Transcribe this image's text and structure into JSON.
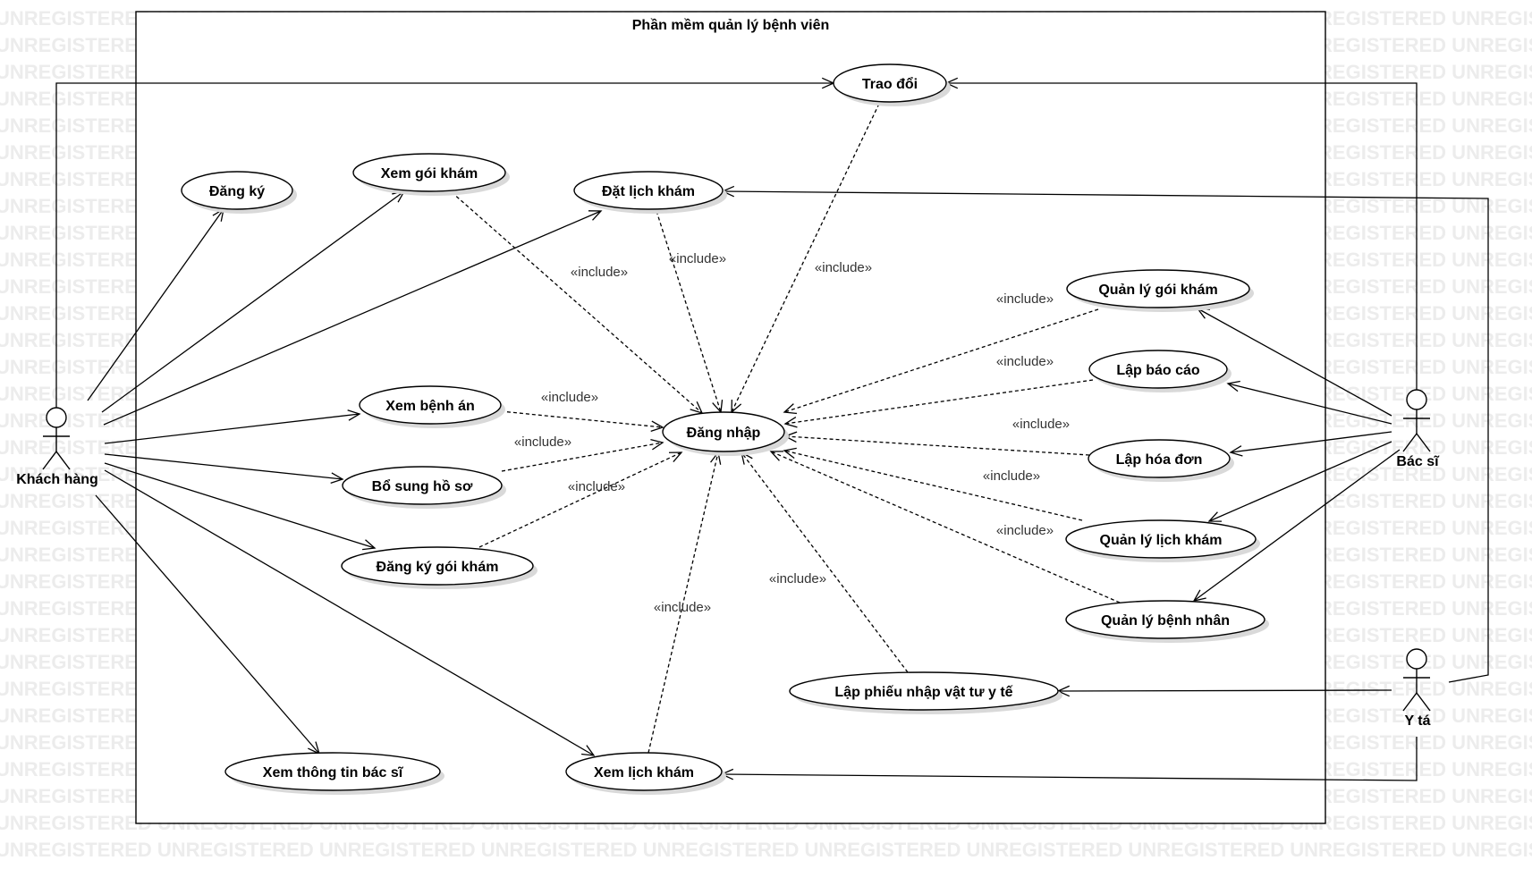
{
  "system": {
    "title": "Phần mềm quản lý bệnh viên"
  },
  "watermark": {
    "text": "UNREGISTERED"
  },
  "colors": {
    "line": "#000000",
    "watermark": "#ececec",
    "shadow": "#d9d9d9"
  },
  "actors": [
    {
      "id": "customer",
      "label": "Khách hàng"
    },
    {
      "id": "doctor",
      "label": "Bác sĩ"
    },
    {
      "id": "nurse",
      "label": "Y tá"
    }
  ],
  "use_cases": [
    {
      "id": "trao_doi",
      "label": "Trao đổi"
    },
    {
      "id": "dang_ky",
      "label": "Đăng ký"
    },
    {
      "id": "xem_goi_kham",
      "label": "Xem gói khám"
    },
    {
      "id": "dat_lich_kham",
      "label": "Đặt lịch khám"
    },
    {
      "id": "quan_ly_goi_kham",
      "label": "Quản lý gói khám"
    },
    {
      "id": "lap_bao_cao",
      "label": "Lập báo cáo"
    },
    {
      "id": "xem_benh_an",
      "label": "Xem bệnh án"
    },
    {
      "id": "dang_nhap",
      "label": "Đăng nhập"
    },
    {
      "id": "lap_hoa_don",
      "label": "Lập hóa đơn"
    },
    {
      "id": "bo_sung_ho_so",
      "label": "Bổ sung hồ sơ"
    },
    {
      "id": "quan_ly_lich_kham",
      "label": "Quản lý lịch khám"
    },
    {
      "id": "dang_ky_goi_kham",
      "label": "Đăng ký gói khám"
    },
    {
      "id": "quan_ly_benh_nhan",
      "label": "Quản lý bệnh nhân"
    },
    {
      "id": "lap_phieu_nhap",
      "label": "Lập phiếu nhập vật tư y tế"
    },
    {
      "id": "xem_thong_tin_bac_si",
      "label": "Xem thông tin bác sĩ"
    },
    {
      "id": "xem_lich_kham",
      "label": "Xem lịch khám"
    }
  ],
  "associations": [
    {
      "actor": "customer",
      "use_case": "trao_doi"
    },
    {
      "actor": "customer",
      "use_case": "dang_ky"
    },
    {
      "actor": "customer",
      "use_case": "xem_goi_kham"
    },
    {
      "actor": "customer",
      "use_case": "dat_lich_kham"
    },
    {
      "actor": "customer",
      "use_case": "xem_benh_an"
    },
    {
      "actor": "customer",
      "use_case": "bo_sung_ho_so"
    },
    {
      "actor": "customer",
      "use_case": "dang_ky_goi_kham"
    },
    {
      "actor": "customer",
      "use_case": "xem_lich_kham"
    },
    {
      "actor": "customer",
      "use_case": "xem_thong_tin_bac_si"
    },
    {
      "actor": "doctor",
      "use_case": "trao_doi"
    },
    {
      "actor": "doctor",
      "use_case": "quan_ly_goi_kham"
    },
    {
      "actor": "doctor",
      "use_case": "lap_bao_cao"
    },
    {
      "actor": "doctor",
      "use_case": "lap_hoa_don"
    },
    {
      "actor": "doctor",
      "use_case": "quan_ly_lich_kham"
    },
    {
      "actor": "doctor",
      "use_case": "quan_ly_benh_nhan"
    },
    {
      "actor": "nurse",
      "use_case": "dat_lich_kham"
    },
    {
      "actor": "nurse",
      "use_case": "lap_phieu_nhap"
    },
    {
      "actor": "nurse",
      "use_case": "xem_lich_kham"
    }
  ],
  "includes": [
    {
      "from": "trao_doi",
      "to": "dang_nhap",
      "label": "«include»"
    },
    {
      "from": "xem_goi_kham",
      "to": "dang_nhap",
      "label": "«include»"
    },
    {
      "from": "dat_lich_kham",
      "to": "dang_nhap",
      "label": "«include»"
    },
    {
      "from": "quan_ly_goi_kham",
      "to": "dang_nhap",
      "label": "«include»"
    },
    {
      "from": "lap_bao_cao",
      "to": "dang_nhap",
      "label": "«include»"
    },
    {
      "from": "xem_benh_an",
      "to": "dang_nhap",
      "label": "«include»"
    },
    {
      "from": "lap_hoa_don",
      "to": "dang_nhap",
      "label": "«include»"
    },
    {
      "from": "bo_sung_ho_so",
      "to": "dang_nhap",
      "label": "«include»"
    },
    {
      "from": "quan_ly_lich_kham",
      "to": "dang_nhap",
      "label": "«include»"
    },
    {
      "from": "dang_ky_goi_kham",
      "to": "dang_nhap",
      "label": "«include»"
    },
    {
      "from": "quan_ly_benh_nhan",
      "to": "dang_nhap",
      "label": "«include»"
    },
    {
      "from": "lap_phieu_nhap",
      "to": "dang_nhap",
      "label": "«include»"
    },
    {
      "from": "xem_lich_kham",
      "to": "dang_nhap",
      "label": "«include»"
    }
  ]
}
